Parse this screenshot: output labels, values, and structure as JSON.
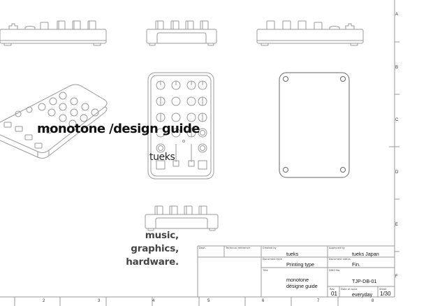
{
  "cover": {
    "title": "monotone /design guide",
    "author": "tueks",
    "tagline": [
      "music,",
      "graphics,",
      "hardware."
    ]
  },
  "border": {
    "row_letters": [
      "A",
      "B",
      "C",
      "D",
      "E",
      "F"
    ],
    "column_numbers": [
      "2",
      "3",
      "4",
      "5",
      "6",
      "7",
      "8"
    ]
  },
  "title_block": {
    "dept": {
      "label": "Dept.",
      "value": ""
    },
    "technical_reference": {
      "label": "Technical reference",
      "value": ""
    },
    "created_by": {
      "label": "Created by",
      "value": "tueks"
    },
    "approved_by": {
      "label": "Approved by",
      "value": "tueks Japan"
    },
    "document_type": {
      "label": "Document type",
      "value": "Printing type"
    },
    "document_status": {
      "label": "Document status",
      "value": "Fin."
    },
    "title": {
      "label": "Title",
      "value_line1": "monotone",
      "value_line2": "désigne guide"
    },
    "dwg_no": {
      "label": "DWG No.",
      "value": "TJP-DB-01"
    },
    "rev": {
      "label": "Rev.",
      "value": "01"
    },
    "date_of_issue": {
      "label": "Date of issue",
      "value": "everyday"
    },
    "sheet": {
      "label": "Sheet",
      "value": "1/30"
    }
  },
  "drawings": [
    {
      "view": "side-view-left",
      "knobs": 6
    },
    {
      "view": "front-view-top",
      "knobs": 4
    },
    {
      "view": "side-view-right",
      "knobs": 6
    },
    {
      "view": "isometric-view"
    },
    {
      "view": "top-view",
      "knob_grid": "4x5",
      "faders": 2,
      "pads": 2
    },
    {
      "view": "bottom-view",
      "screw_holes": 4
    },
    {
      "view": "rear-view",
      "knobs": 4
    }
  ],
  "colors": {
    "line": "#9a9a9a",
    "text": "#111111",
    "tagline": "#444444",
    "background": "#ffffff"
  }
}
